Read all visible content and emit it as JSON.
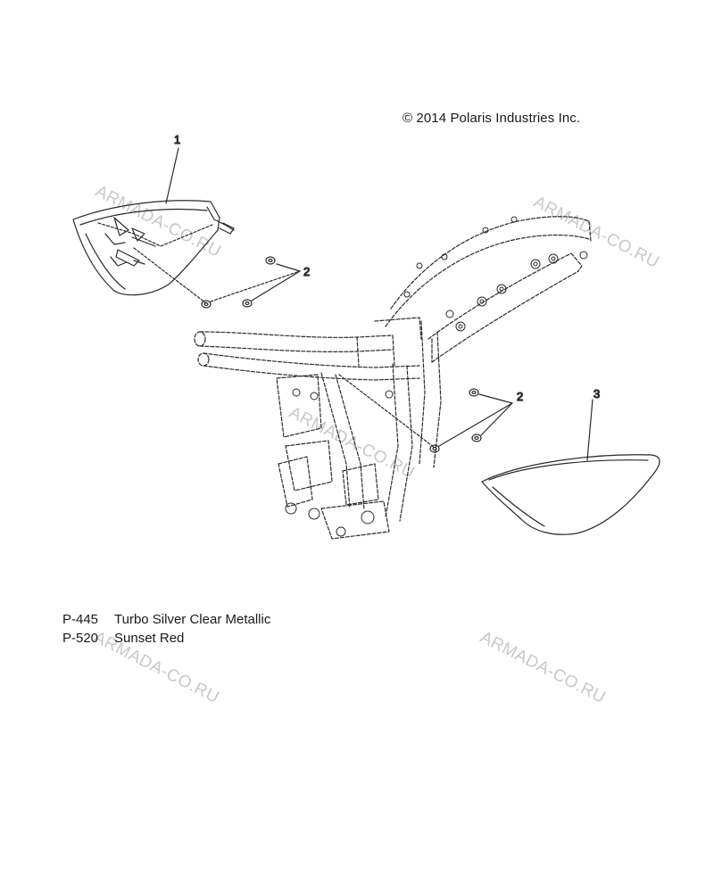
{
  "copyright": "© 2014 Polaris Industries Inc.",
  "callouts": {
    "part_1": "1",
    "part_2_upper": "2",
    "part_2_lower": "2",
    "part_3": "3"
  },
  "paint_codes": [
    {
      "code": "P-445",
      "name": "Turbo Silver Clear Metallic"
    },
    {
      "code": "P-520",
      "name": "Sunset Red"
    }
  ],
  "watermark": "ARMADA-CO.RU",
  "colors": {
    "line": "#2a2a2a",
    "watermark": "#c8c8c8"
  }
}
